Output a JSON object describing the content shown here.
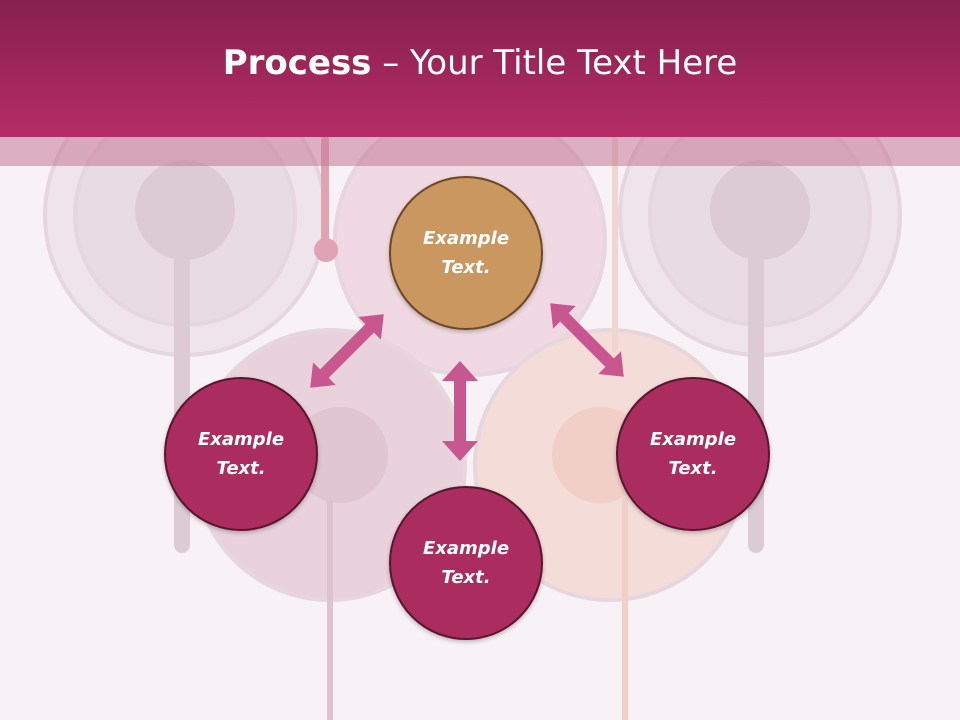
{
  "header": {
    "title_bold": "Process",
    "title_rest": " – Your Title Text Here"
  },
  "nodes": {
    "top": "Example\nText.",
    "left": "Example\nText.",
    "right": "Example\nText.",
    "bottom": "Example\nText."
  },
  "colors": {
    "header": "#b52c66",
    "node_fill": "#ab2c5e",
    "node_highlight": "#c9975f",
    "arrow": "#c8568f"
  }
}
